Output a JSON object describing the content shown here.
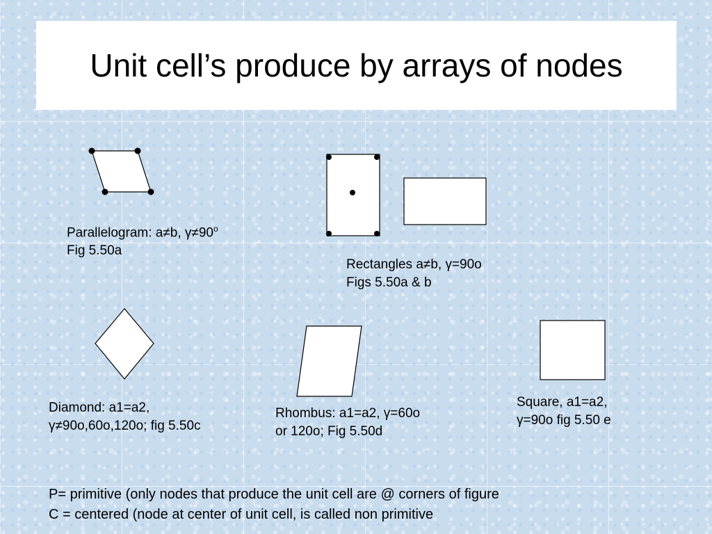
{
  "slide": {
    "title": "Unit cell’s produce by arrays of nodes"
  },
  "figures": {
    "parallelogram": {
      "line1": "Parallelogram: a≠b, γ≠90",
      "line1_sup": "o",
      "line2": "Fig 5.50a"
    },
    "rectangles": {
      "line1": "Rectangles a≠b, γ=90o",
      "line2": "Figs 5.50a & b"
    },
    "diamond": {
      "line1": "Diamond: a1=a2,",
      "line2": "γ≠90o,60o,120o; fig 5.50c"
    },
    "rhombus": {
      "line1": "Rhombus: a1=a2, γ=60o",
      "line2": "or 120o; Fig 5.50d"
    },
    "square": {
      "line1": "Square, a1=a2,",
      "line2": "γ=90o fig 5.50 e"
    }
  },
  "notes": {
    "primitive": "P= primitive (only nodes that produce the unit cell are @ corners of figure",
    "centered": "C = centered (node at center of unit cell, is called non primitive"
  },
  "colors": {
    "background": "#c9dcee",
    "shape_fill": "#ffffff",
    "stroke": "#000000"
  }
}
